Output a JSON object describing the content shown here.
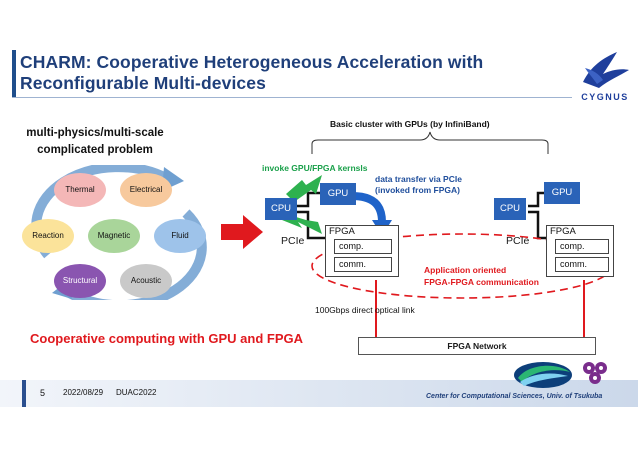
{
  "title": {
    "line1": "CHARM: Cooperative Heterogeneous Acceleration with",
    "line2": "Reconfigurable Multi-devices"
  },
  "logo": {
    "text": "CYGNUS"
  },
  "problem": {
    "line1": "multi-physics/multi-scale",
    "line2": "complicated problem"
  },
  "cycle": {
    "thermal": "Thermal",
    "electrical": "Electrical",
    "reaction": "Reaction",
    "magnetic": "Magnetic",
    "fluid": "Fluid",
    "structural": "Structural",
    "acoustic": "Acoustic"
  },
  "headline": "Cooperative computing with GPU and FPGA",
  "cluster": {
    "label": "Basic cluster with GPUs (by InfiniBand)",
    "invoke": "invoke GPU/FPGA kernsls",
    "data_transfer_l1": "data transfer via PCIe",
    "data_transfer_l2": "(invoked from FPGA)",
    "cpu": "CPU",
    "gpu": "GPU",
    "pcie": "PCIe",
    "fpga": "FPGA",
    "comp": "comp.",
    "comm": "comm.",
    "app_comm_l1": "Application oriented",
    "app_comm_l2": "FPGA-FPGA communication",
    "optical": "100Gbps direct optical link",
    "network": "FPGA Network"
  },
  "footer": {
    "page": "5",
    "date": "2022/08/29",
    "conference": "DUAC2022",
    "center": "Center for Computational Sciences, Univ. of Tsukuba"
  },
  "colors": {
    "title": "#1f3f7a",
    "accent_red": "#e0191e",
    "green": "#1aa04a",
    "blue": "#2a63b8"
  }
}
